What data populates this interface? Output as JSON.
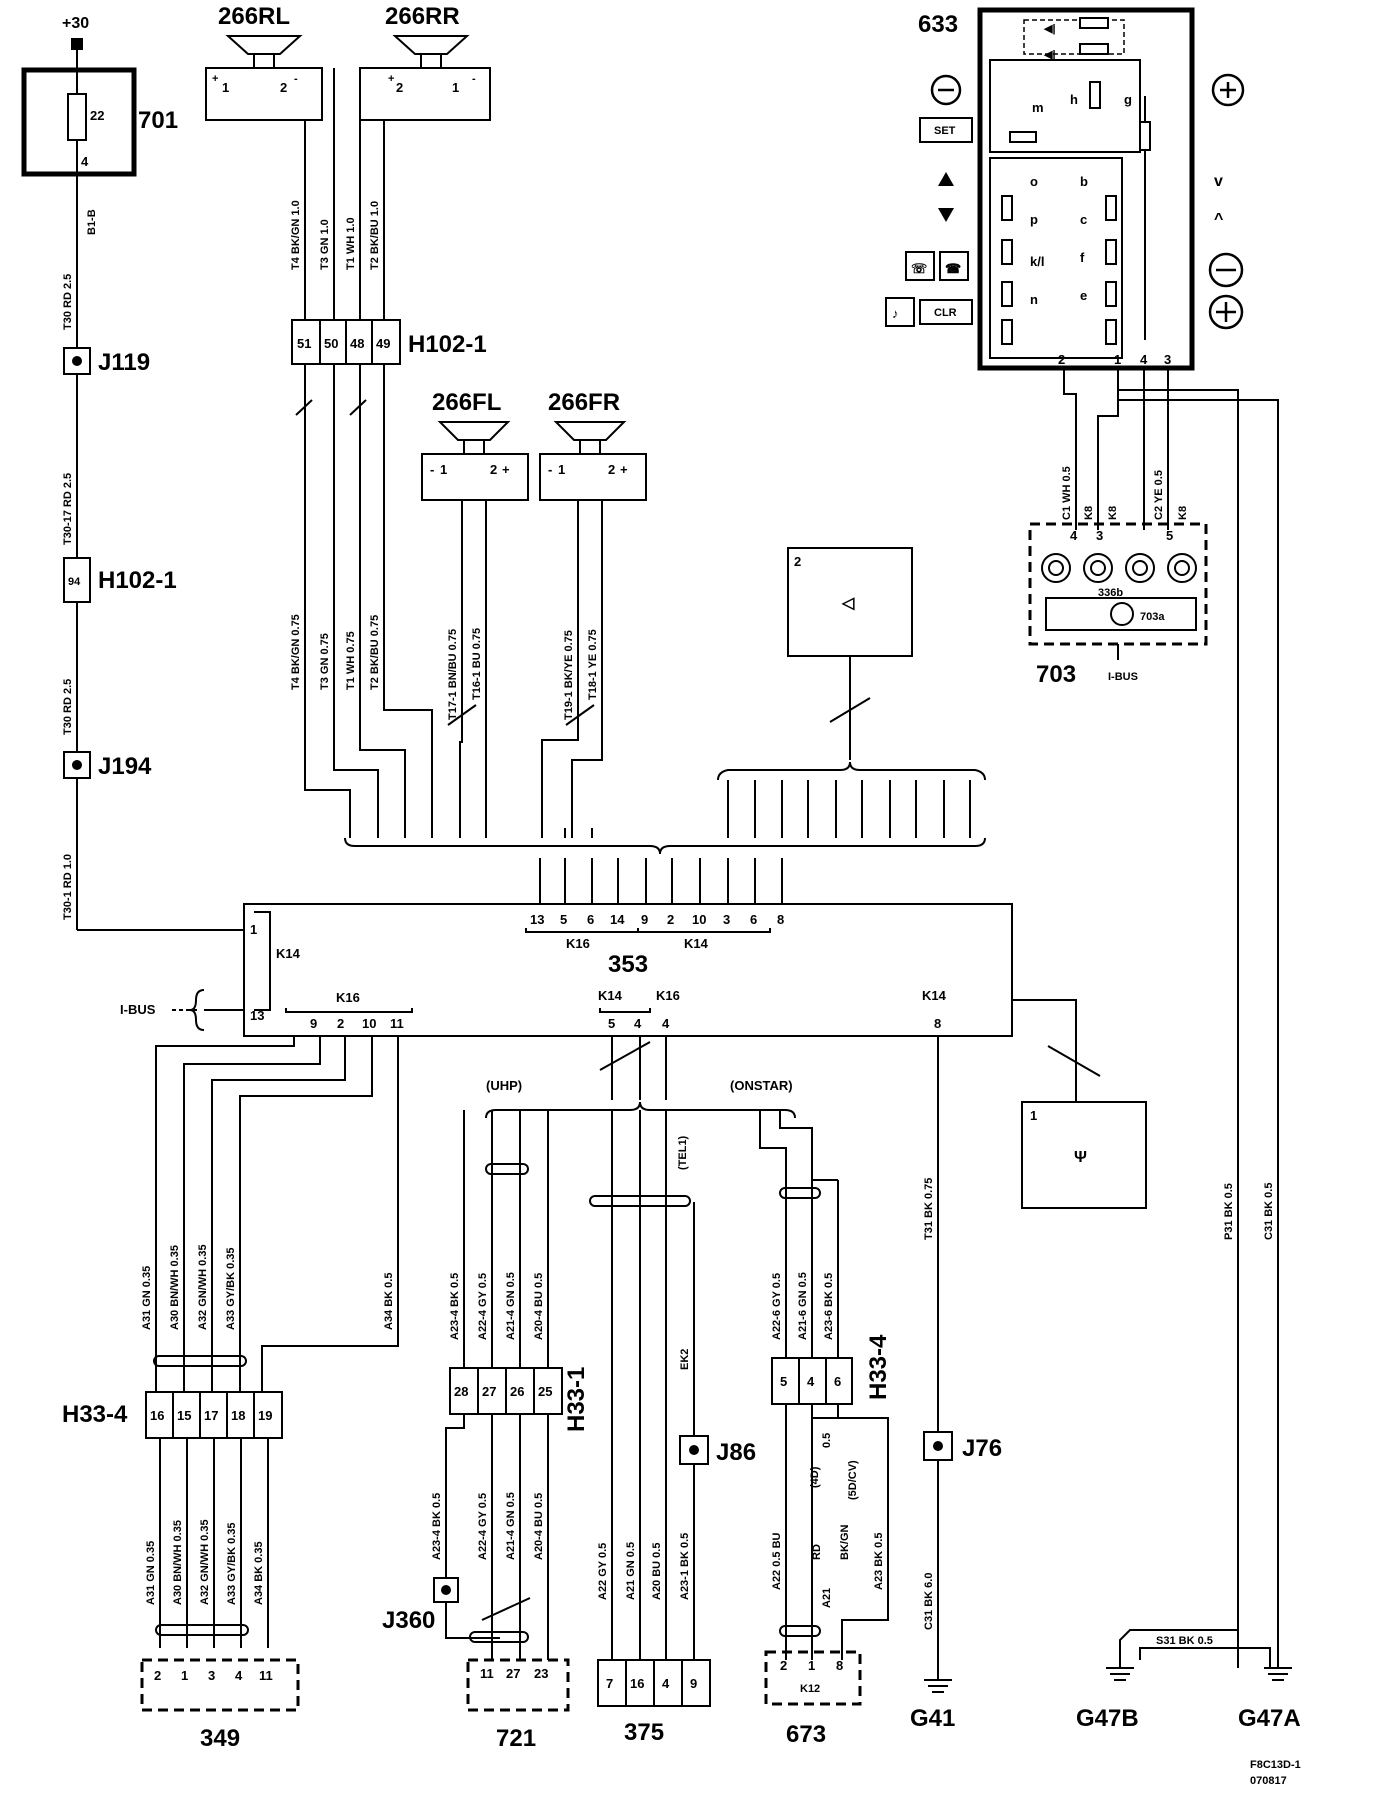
{
  "components": {
    "c701": "701",
    "c266RL": "266RL",
    "c266RR": "266RR",
    "c266FL": "266FL",
    "c266FR": "266FR",
    "c633": "633",
    "c703": "703",
    "c703a": "703a",
    "c336b": "336b",
    "c353": "353",
    "c349": "349",
    "c721": "721",
    "c375": "375",
    "c673": "673",
    "G41": "G41",
    "G47B": "G47B",
    "G47A": "G47A",
    "J119": "J119",
    "J194": "J194",
    "J86": "J86",
    "J76": "J76",
    "J360": "J360",
    "H102_1": "H102-1",
    "H33_1": "H33-1",
    "H33_4": "H33-4",
    "supply": "+30"
  },
  "labels": {
    "ibus": "I-BUS",
    "uhp": "(UHP)",
    "onstar": "(ONSTAR)",
    "tel1": "(TEL1)",
    "v4d": "(4D)",
    "v5dcv": "(5D/CV)",
    "set": "SET",
    "clr": "CLR",
    "k12": "K12",
    "k14": "K14",
    "k16": "K16",
    "code": "F8C13D-1",
    "date": "070817"
  },
  "fuse701": {
    "num": "22",
    "pin": "4"
  },
  "wires": {
    "b1": "B1-B",
    "t30_25": "T30  RD  2.5",
    "t30_17": "T30-17  RD  2.5",
    "t30_25b": "T30  RD  2.5",
    "t30_1": "T30-1  RD  1.0",
    "t4a": "T4 BK/GN 1.0",
    "t3a": "T3 GN 1.0",
    "t1a": "T1 WH 1.0",
    "t2a": "T2 BK/BU 1.0",
    "t4b": "T4 BK/GN 0.75",
    "t3b": "T3 GN 0.75",
    "t1b": "T1 WH 0.75",
    "t2b": "T2 BK/BU 0.75",
    "t17": "T17-1 BN/BU 0.75",
    "t16": "T16-1 BU 0.75",
    "t19": "T19-1 BK/YE 0.75",
    "t18": "T18-1 YE 0.75",
    "c1": "C1 WH 0.5",
    "k8a": "K8",
    "k8b": "K8",
    "c2": "C2 YE 0.5",
    "k8c": "K8",
    "p31": "P31 BK 0.5",
    "c31": "C31 BK 0.5",
    "t31": "T31 BK 0.75",
    "a31": "A31 GN 0.35",
    "a30": "A30 BN/WH 0.35",
    "a32": "A32 GN/WH 0.35",
    "a33": "A33 GY/BK 0.35",
    "a34": "A34 BK 0.5",
    "a31b": "A31 GN 0.35",
    "a30b": "A30 BN/WH 0.35",
    "a32b": "A32 GN/WH 0.35",
    "a33b": "A33 GY/BK 0.35",
    "a34b": "A34 BK 0.35",
    "a23_4": "A23-4 BK 0.5",
    "a22_4": "A22-4 GY 0.5",
    "a21_4": "A21-4 GN 0.5",
    "a20_4": "A20-4 BU 0.5",
    "a23_4b": "A23-4 BK 0.5",
    "a22_4b": "A22-4 GY 0.5",
    "a21_4b": "A21-4 GN 0.5",
    "a20_4b": "A20-4 BU 0.5",
    "ek2": "EK2",
    "a22": "A22 GY 0.5",
    "a21": "A21 GN 0.5",
    "a20": "A20 BU 0.5",
    "a23_1": "A23-1 BK 0.5",
    "a22_6": "A22-6 GY 0.5",
    "a21_6": "A21-6 GN 0.5",
    "a23_6": "A23-6 BK 0.5",
    "a22b": "A22 0.5 BU",
    "rd": "RD",
    "bkgn": "BK/GN",
    "a21b": "A21",
    "a23b": "A23 BK 0.5",
    "c31g": "C31 BK 6.0",
    "s31": "S31  BK  0.5",
    "pt05": "0.5"
  },
  "pins": {
    "h102": [
      "51",
      "50",
      "48",
      "49"
    ],
    "h102b": "94",
    "spkRL": [
      "1",
      "2"
    ],
    "spkRR": [
      "2",
      "1"
    ],
    "spkFL": [
      "1",
      "2"
    ],
    "spkFR": [
      "1",
      "2"
    ],
    "m353_top": [
      "13",
      "5",
      "6",
      "14",
      "9",
      "2",
      "10",
      "3",
      "6",
      "8"
    ],
    "m353_left": [
      "1",
      "13"
    ],
    "m353_bot": [
      "9",
      "2",
      "10",
      "11"
    ],
    "m353_mid": [
      "5",
      "4",
      "4"
    ],
    "m353_right": "8",
    "h33_4a": [
      "16",
      "15",
      "17",
      "18",
      "19"
    ],
    "h33_1": [
      "28",
      "27",
      "26",
      "25"
    ],
    "h33_4b": [
      "5",
      "4",
      "6"
    ],
    "c349": [
      "2",
      "1",
      "3",
      "4",
      "11"
    ],
    "c721": [
      "11",
      "27",
      "23"
    ],
    "c375": [
      "7",
      "16",
      "4",
      "9"
    ],
    "c673": [
      "2",
      "1",
      "8"
    ],
    "c633": [
      "2",
      "1",
      "4",
      "3"
    ],
    "c703": [
      "4",
      "3",
      "5"
    ],
    "box2": "2",
    "box1": "1"
  },
  "switch_letters": [
    "o",
    "b",
    "p",
    "c",
    "k/l",
    "f",
    "n",
    "e",
    "m",
    "h",
    "g"
  ]
}
